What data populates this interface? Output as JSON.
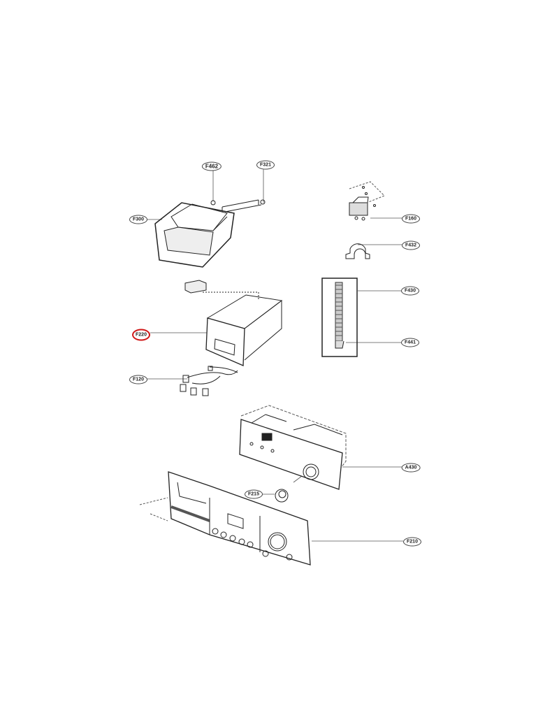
{
  "diagram": {
    "labels": {
      "F462": "F462",
      "F321": "F321",
      "F300": "F300",
      "F160": "F160",
      "F432": "F432",
      "F430": "F430",
      "F441": "F441",
      "F220": "F220",
      "F120": "F120",
      "A430": "A430",
      "F215": "F215",
      "F210": "F210"
    },
    "highlighted_label": "F220",
    "highlight_color": "#d01818"
  }
}
